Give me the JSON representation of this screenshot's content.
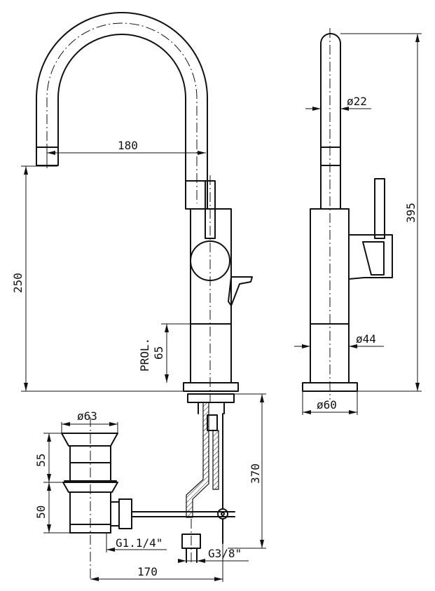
{
  "dimensions": {
    "spout_reach": "180",
    "spout_height": "250",
    "projection_line1": "PROL.",
    "projection_line2": "65",
    "spout_tube_diameter": "ø22",
    "total_height": "395",
    "body_diameter": "ø44",
    "base_diameter": "ø60",
    "waste_flange_diameter": "ø63",
    "waste_upper_height": "55",
    "waste_lower_height": "50",
    "supply_length": "370",
    "waste_thread": "G1.1/4\"",
    "supply_thread": "G3/8\"",
    "waste_to_supply_distance": "170"
  }
}
